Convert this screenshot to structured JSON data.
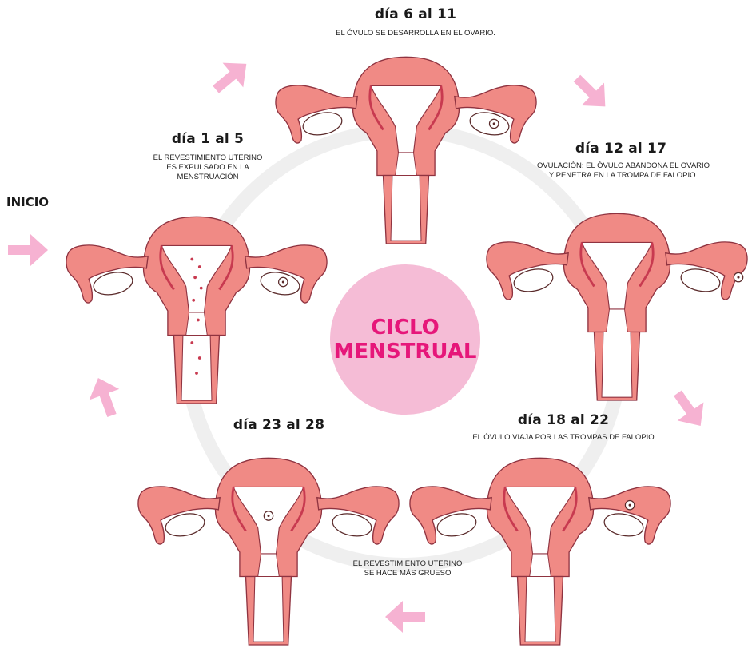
{
  "center": {
    "line1": "CICLO",
    "line2": "MENSTRUAL"
  },
  "start_label": "INICIO",
  "colors": {
    "ring": "#efefef",
    "center_circle": "#f5bcd6",
    "center_text": "#e6177a",
    "arrow": "#f6b2d2",
    "tissue": "#f08a85",
    "tissue_dark": "#c83a50",
    "ovary": "#ffffff"
  },
  "stages": [
    {
      "title": "día 1 al 5",
      "desc": [
        "EL REVESTIMIENTO UTERINO",
        "ES EXPULSADO EN LA",
        "MENSTRUACIÓN"
      ]
    },
    {
      "title": "día 6 al 11",
      "desc": [
        "EL ÓVULO SE DESARROLLA EN EL OVARIO."
      ]
    },
    {
      "title": "día 12 al 17",
      "desc": [
        "OVULACIÓN: EL ÓVULO ABANDONA EL OVARIO",
        "Y PENETRA EN LA TROMPA DE FALOPIO."
      ]
    },
    {
      "title": "día 18 al 22",
      "desc": [
        "EL ÓVULO VIAJA POR LAS TROMPAS DE FALOPIO"
      ]
    },
    {
      "title": "día 23 al 28",
      "desc": []
    }
  ],
  "bottom_note": [
    "EL REVESTIMIENTO UTERINO",
    "SE HACE MÁS GRUESO"
  ]
}
